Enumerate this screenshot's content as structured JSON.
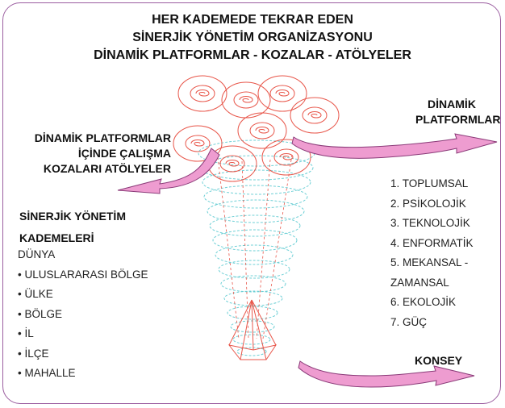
{
  "title": {
    "line1": "HER KADEMEDE TEKRAR EDEN",
    "line2": "SİNERJİK YÖNETİM ORGANİZASYONU",
    "line3": "DİNAMİK PLATFORMLAR - KOZALAR - ATÖLYELER"
  },
  "left_label": {
    "line1": "DİNAMİK PLATFORMLAR",
    "line2": "İÇİNDE ÇALIŞMA",
    "line3": "KOZALARI ATÖLYELER"
  },
  "right_label": {
    "line1": "DİNAMİK",
    "line2": "PLATFORMLAR"
  },
  "levels": {
    "title_line1": "SİNERJİK YÖNETİM",
    "title_line2": "KADEMELERİ",
    "items": [
      "DÜNYA",
      "• ULUSLARARASI BÖLGE",
      "• ÜLKE",
      "• BÖLGE",
      "• İL",
      "• İLÇE",
      "• MAHALLE"
    ]
  },
  "platforms": {
    "items": [
      "1. TOPLUMSAL",
      "2. PSİKOLOJİK",
      "3. TEKNOLOJİK",
      "4. ENFORMATİK",
      "5. MEKANSAL -",
      "ZAMANSAL",
      "6. EKOLOJİK",
      "7. GÜÇ"
    ]
  },
  "konsey_label": "KONSEY",
  "colors": {
    "frame": "#9b5ea0",
    "cocoon": "#e8564a",
    "spiral": "#6fd0d6",
    "arrow_fill": "#ee9cd0",
    "arrow_stroke": "#8a3a78"
  }
}
